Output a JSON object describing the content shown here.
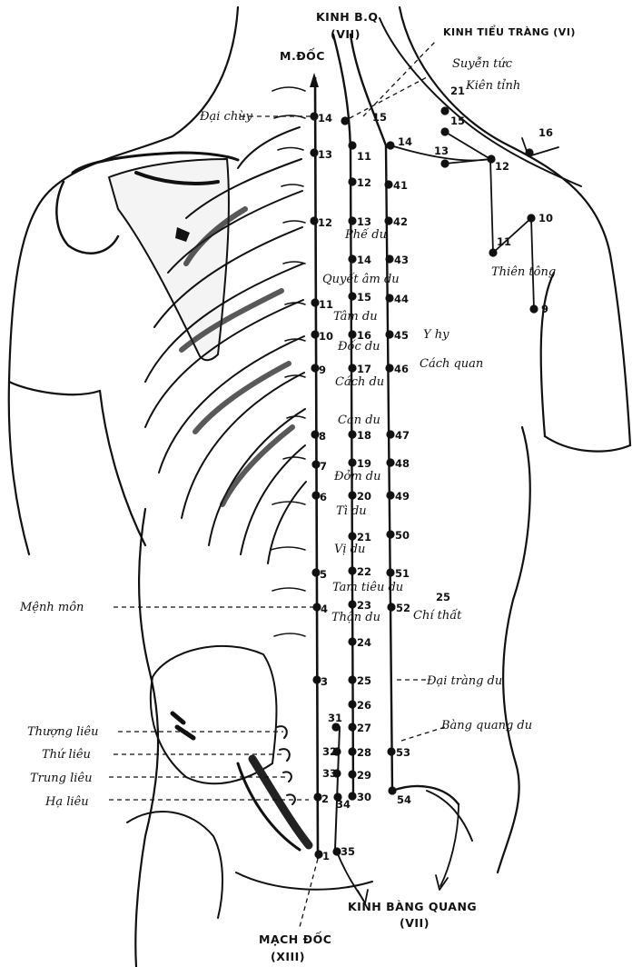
{
  "headers": {
    "kinh_bq": "KINH B.Q",
    "kinh_bq_roman": "(VII)",
    "kinh_tieu_trang": "KINH TIỂU TRÀNG (VI)",
    "m_doc": "M.ĐỐC",
    "kinh_bang_quang": "KINH BÀNG QUANG",
    "kinh_bang_quang_roman": "(VII)",
    "mach_doc": "MẠCH ĐỐC",
    "mach_doc_roman": "(XIII)"
  },
  "points": {
    "du": [
      {
        "num": "14",
        "name": "Đại chùy"
      },
      {
        "num": "13",
        "name": ""
      },
      {
        "num": "12",
        "name": ""
      },
      {
        "num": "11",
        "name": ""
      },
      {
        "num": "10",
        "name": ""
      },
      {
        "num": "9",
        "name": ""
      },
      {
        "num": "8",
        "name": ""
      },
      {
        "num": "7",
        "name": ""
      },
      {
        "num": "6",
        "name": ""
      },
      {
        "num": "5",
        "name": ""
      },
      {
        "num": "4",
        "name": "Mệnh môn"
      },
      {
        "num": "3",
        "name": ""
      },
      {
        "num": "2",
        "name": ""
      },
      {
        "num": "1",
        "name": ""
      }
    ],
    "bq_inner": [
      {
        "num": "11",
        "name": ""
      },
      {
        "num": "12",
        "name": ""
      },
      {
        "num": "13",
        "name": "Phế du"
      },
      {
        "num": "14",
        "name": "Quyết âm du"
      },
      {
        "num": "15",
        "name": "Tâm du"
      },
      {
        "num": "16",
        "name": "Đốc du"
      },
      {
        "num": "17",
        "name": "Cách du"
      },
      {
        "num": "18",
        "name": "Can du"
      },
      {
        "num": "19",
        "name": "Đởm du"
      },
      {
        "num": "20",
        "name": "Tì du"
      },
      {
        "num": "21",
        "name": "Vị du"
      },
      {
        "num": "22",
        "name": "Tam tiêu du"
      },
      {
        "num": "23",
        "name": "Thận du"
      },
      {
        "num": "24",
        "name": ""
      },
      {
        "num": "25",
        "name": "Đại tràng du"
      },
      {
        "num": "26",
        "name": ""
      },
      {
        "num": "27",
        "name": ""
      },
      {
        "num": "28",
        "name": "Bàng quang du"
      },
      {
        "num": "29",
        "name": ""
      },
      {
        "num": "30",
        "name": ""
      }
    ],
    "bq_outer": [
      {
        "num": "41",
        "name": ""
      },
      {
        "num": "42",
        "name": ""
      },
      {
        "num": "43",
        "name": ""
      },
      {
        "num": "44",
        "name": ""
      },
      {
        "num": "45",
        "name": "Y hy"
      },
      {
        "num": "46",
        "name": "Cách quan"
      },
      {
        "num": "47",
        "name": ""
      },
      {
        "num": "48",
        "name": ""
      },
      {
        "num": "49",
        "name": ""
      },
      {
        "num": "50",
        "name": ""
      },
      {
        "num": "51",
        "name": ""
      },
      {
        "num": "52",
        "name": "Chí thất"
      },
      {
        "num": "53",
        "name": ""
      },
      {
        "num": "54",
        "name": ""
      }
    ],
    "sacral": [
      {
        "num": "31",
        "name": "Thượng liêu"
      },
      {
        "num": "32",
        "name": "Thứ liêu"
      },
      {
        "num": "33",
        "name": "Trung liêu"
      },
      {
        "num": "34",
        "name": "Hạ liêu"
      },
      {
        "num": "35",
        "name": ""
      }
    ],
    "shoulder": [
      {
        "num": "15",
        "name": ""
      },
      {
        "num": "14",
        "name": ""
      },
      {
        "num": "21",
        "name": "Kiên tỉnh"
      },
      {
        "num": "15",
        "name": ""
      },
      {
        "num": "16",
        "name": ""
      },
      {
        "num": "13",
        "name": ""
      },
      {
        "num": "12",
        "name": ""
      },
      {
        "num": "11",
        "name": "Thiên tông"
      },
      {
        "num": "10",
        "name": ""
      },
      {
        "num": "9",
        "name": ""
      }
    ],
    "extra_labels": {
      "suyen_tuc": "Suyễn tức",
      "chi_that_num": "25"
    }
  }
}
